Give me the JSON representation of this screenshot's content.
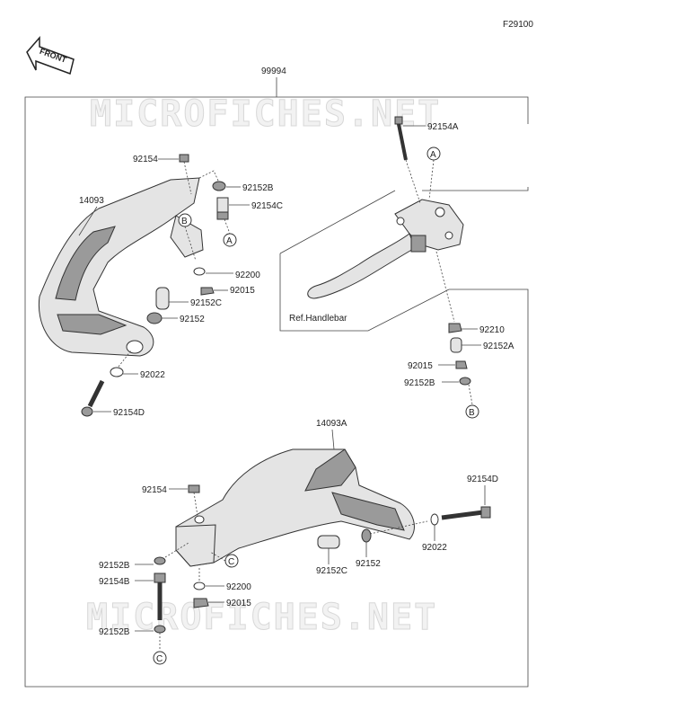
{
  "figure_id": "F29100",
  "front_label": "FRONT",
  "watermark": "MICROFICHES.NET",
  "kit_number": "99994",
  "ref_note": "Ref.Handlebar",
  "callouts": [
    "A",
    "B",
    "C"
  ],
  "upper_guard": {
    "guard": "14093",
    "screw_top": "92154",
    "collar_b": "92152B",
    "bolt_c": "92154C",
    "washer": "92200",
    "nut": "92015",
    "spacer_c": "92152C",
    "spacer": "92152",
    "washer_end": "92022",
    "bolt_d": "92154D"
  },
  "lever": {
    "bolt_a": "92154A",
    "nut": "92210",
    "collar_a": "92152A",
    "nut_b": "92015",
    "collar_b": "92152B"
  },
  "lower_guard": {
    "guard": "14093A",
    "screw": "92154",
    "bolt_d": "92154D",
    "washer_end": "92022",
    "spacer": "92152",
    "spacer_c": "92152C",
    "collar_b_top": "92152B",
    "bolt_b": "92154B",
    "washer": "92200",
    "nut": "92015",
    "collar_b_bottom": "92152B"
  }
}
